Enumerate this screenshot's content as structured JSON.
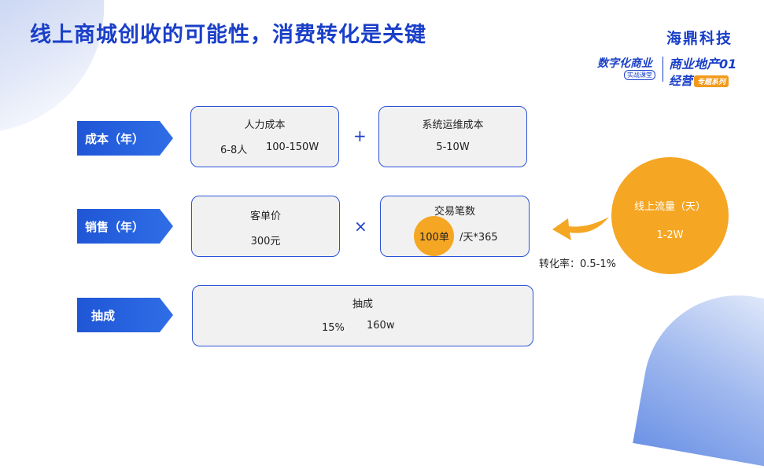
{
  "title": "线上商城创收的可能性，消费转化是关键",
  "brand": "海鼎科技",
  "logo": {
    "left_main": "数字化商业",
    "left_sub": "实战课堂",
    "right_line1": "商业地产01",
    "right_line2": "经营",
    "right_tag": "专题系列"
  },
  "rows": {
    "cost": {
      "label": "成本（年）",
      "box1": {
        "title": "人力成本",
        "value_a": "6-8人",
        "value_b": "100-150W"
      },
      "operator": "+",
      "box2": {
        "title": "系统运维成本",
        "value": "5-10W"
      }
    },
    "sales": {
      "label": "销售（年）",
      "box1": {
        "title": "客单价",
        "value": "300元"
      },
      "operator": "×",
      "box2": {
        "title": "交易笔数",
        "highlight": "100单",
        "rest": "/天*365"
      }
    },
    "commission": {
      "label": "抽成",
      "box": {
        "title": "抽成",
        "rate": "15%",
        "value": "160w"
      }
    }
  },
  "traffic": {
    "title": "线上流量（天）",
    "value": "1-2W"
  },
  "conversion": "转化率：0.5-1%",
  "colors": {
    "primary_blue": "#1a3fc8",
    "orange": "#f5a623",
    "box_bg": "#f1f1f1"
  },
  "icons": [
    "curved-arrow-left-icon"
  ]
}
